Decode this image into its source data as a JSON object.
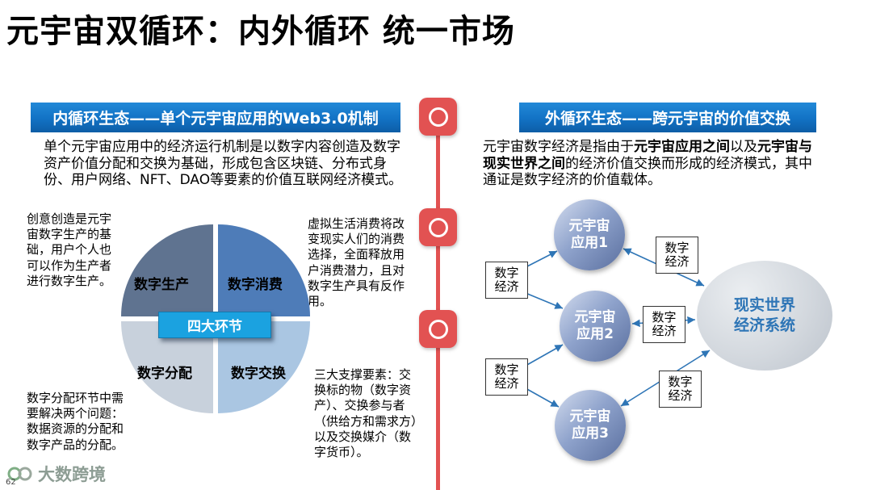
{
  "title": "元宇宙双循环：内外循环 统一市场",
  "left": {
    "header": "内循环生态——单个元宇宙应用的Web3.0机制",
    "paragraph": "单个元宇宙应用中的经济运行机制是以数字内容创造及数字资产价值分配和交换为基础，形成包含区块链、分布式身份、用户网络、NFT、DAO等要素的价值互联网经济模式。",
    "quadrants": {
      "top_left": "数字生产",
      "top_right": "数字消费",
      "bottom_left": "数字分配",
      "bottom_right": "数字交换"
    },
    "center_label": "四大环节",
    "notes": {
      "production": "创意创造是元宇宙数字生产的基础，用户个人也可以作为生产者进行数字生产。",
      "consumption": "虚拟生活消费将改变现实人们的消费选择，全面释放用户消费潜力，且对数字生产具有反作用。",
      "distribution": "数字分配环节中需要解决两个问题：数据资源的分配和数字产品的分配。",
      "exchange": "三大支撑要素：交换标的物（数字资产）、交换参与者（供给方和需求方）以及交换媒介（数字货币）。"
    }
  },
  "right": {
    "header": "外循环生态——跨元宇宙的价值交换",
    "para": {
      "p1": "元宇宙数字经济是指由于",
      "b1": "元宇宙应用之间",
      "p2": "以及",
      "b2": "元宇宙与现实世界之间",
      "p3": "的经济价值交换而形成的经济模式，其中通证是数字经济的价值载体。"
    },
    "nodes": {
      "app1": {
        "line1": "元宇宙",
        "line2": "应用1"
      },
      "app2": {
        "line1": "元宇宙",
        "line2": "应用2"
      },
      "app3": {
        "line1": "元宇宙",
        "line2": "应用3"
      },
      "reality": {
        "line1": "现实世界",
        "line2": "经济系统"
      }
    },
    "token_label": {
      "line1": "数字",
      "line2": "经济"
    }
  },
  "footer": {
    "logo_text": "大数跨境",
    "page_number": "62"
  },
  "colors": {
    "accent_red": "#e25252",
    "header_blue": "#1272c4",
    "center_box_blue": "#1ba2e0",
    "arrow_blue": "#2e75b6",
    "reality_text_blue": "#2e75b6"
  }
}
